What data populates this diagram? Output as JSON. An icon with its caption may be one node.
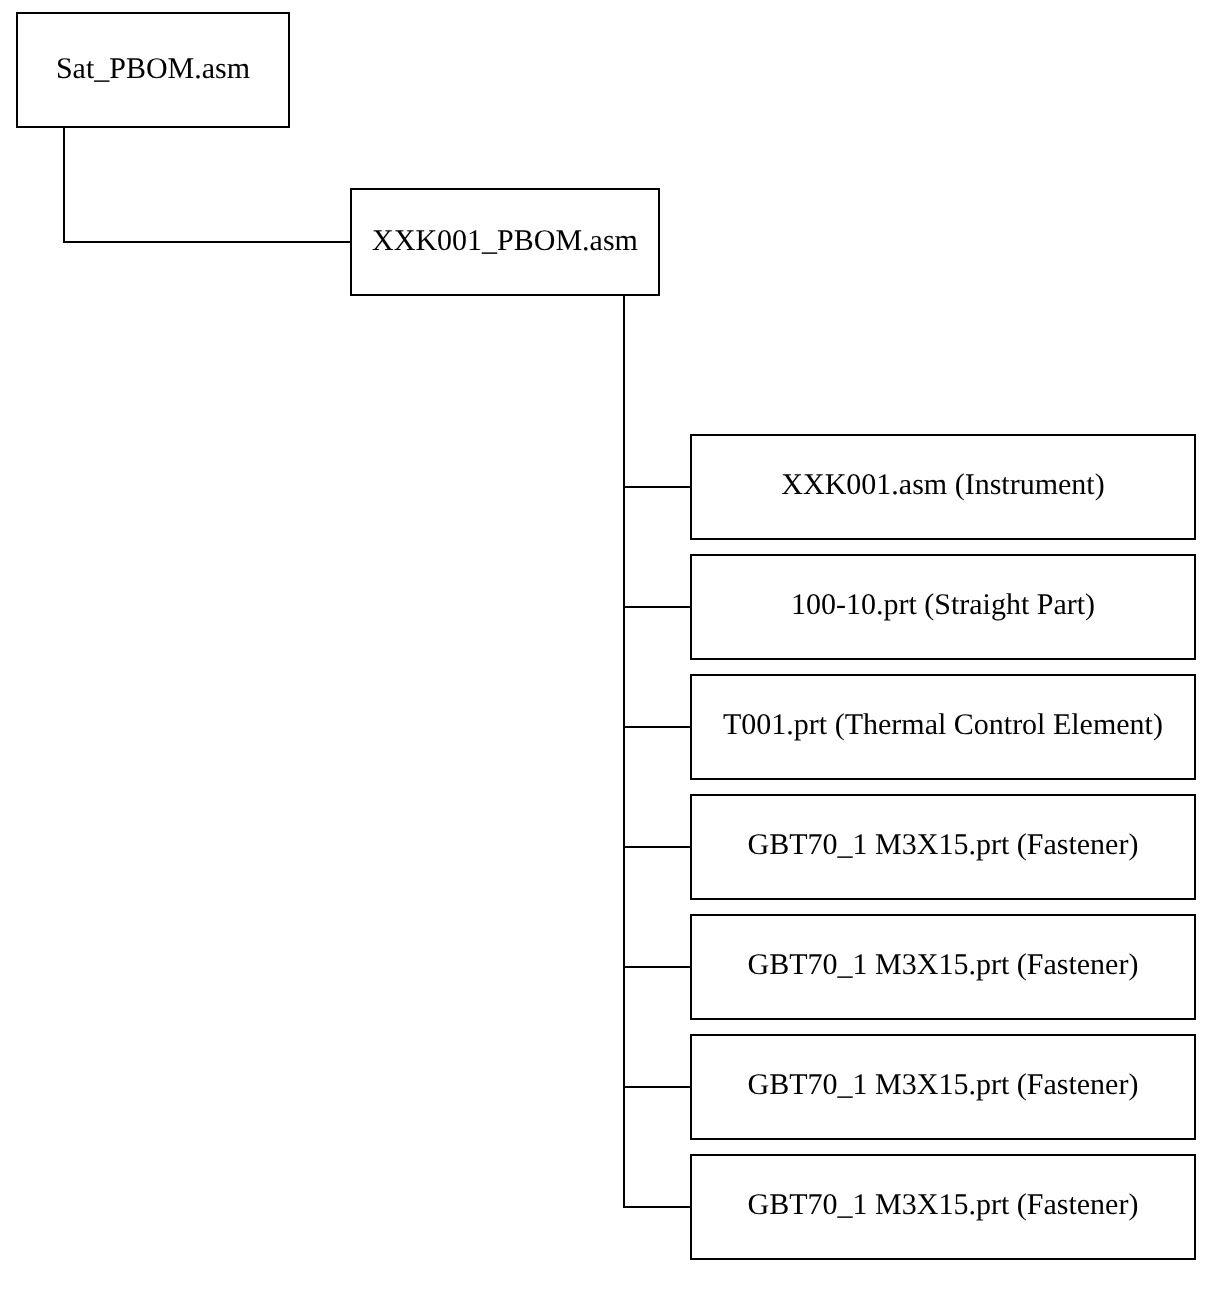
{
  "diagram": {
    "nodes": [
      {
        "text": [
          "Sat_PBOM.asm"
        ]
      },
      {
        "text": [
          "XXK001_PBOM.asm"
        ]
      },
      {
        "text": [
          "XXK001.asm (Instrument)"
        ]
      },
      {
        "text": [
          "100-10.prt (Straight Part)"
        ]
      },
      {
        "text": [
          "T001.prt (Thermal Control Element)"
        ]
      },
      {
        "text": [
          "GBT70_1 M3X15.prt (Fastener)"
        ]
      },
      {
        "text": [
          "GBT70_1 M3X15.prt (Fastener)"
        ]
      },
      {
        "text": [
          "GBT70_1 M3X15.prt (Fastener)"
        ]
      },
      {
        "text": [
          "GBT70_1 M3X15.prt (Fastener)"
        ]
      }
    ],
    "edges": [
      {
        "from": 0,
        "to": 1,
        "arrow": "none"
      },
      {
        "from": 1,
        "to": 2,
        "arrow": "none"
      },
      {
        "from": 1,
        "to": 3,
        "arrow": "none"
      },
      {
        "from": 1,
        "to": 4,
        "arrow": "none"
      },
      {
        "from": 1,
        "to": 5,
        "arrow": "none"
      },
      {
        "from": 1,
        "to": 6,
        "arrow": "none"
      },
      {
        "from": 1,
        "to": 7,
        "arrow": "none"
      },
      {
        "from": 1,
        "to": 8,
        "arrow": "none"
      }
    ]
  }
}
